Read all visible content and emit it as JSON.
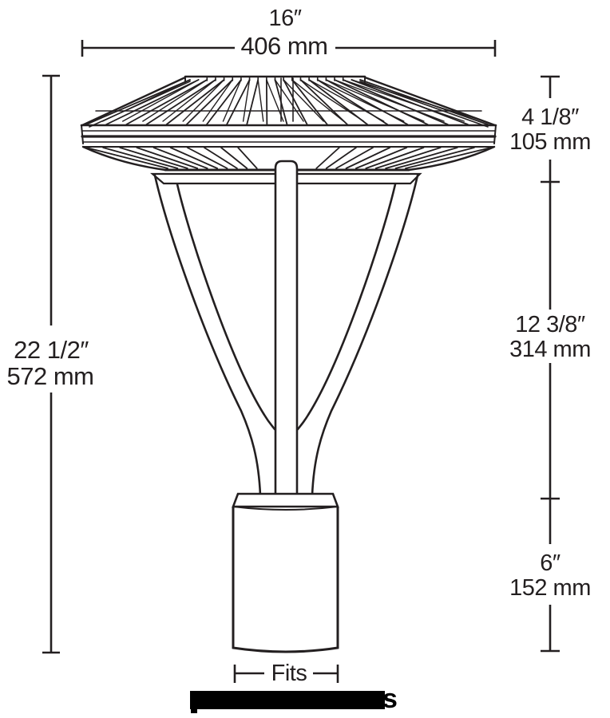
{
  "diagram": {
    "subject": "post-top-light-fixture-dimension-drawing",
    "dimensions": {
      "width": {
        "inches": "16″",
        "mm": "406 mm"
      },
      "overall_height": {
        "inches": "22 1/2″",
        "mm": "572 mm"
      },
      "head_height": {
        "inches": "4 1/8″",
        "mm": "105 mm"
      },
      "arm_height": {
        "inches": "12 3/8″",
        "mm": "314 mm"
      },
      "base_height": {
        "inches": "6″",
        "mm": "152 mm"
      }
    },
    "fits": {
      "label": "Fits",
      "redacted": true,
      "visible_suffix": "s"
    },
    "colors": {
      "line": "#231f20",
      "background": "#ffffff",
      "redaction": "#000000"
    }
  }
}
